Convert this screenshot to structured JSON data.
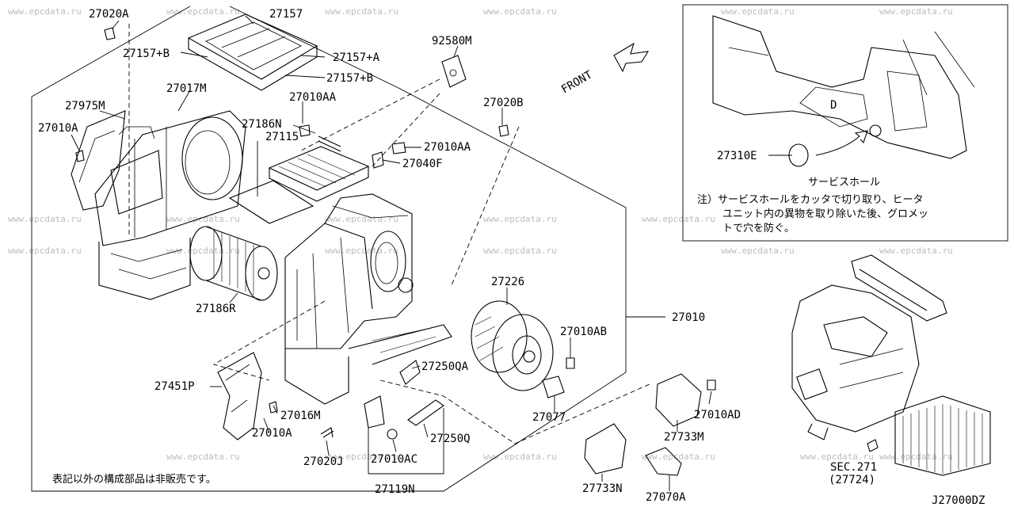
{
  "watermark": "www.epcdata.ru",
  "diagram_code": "J27000DZ",
  "front_label": "FRONT",
  "parts": {
    "p27020A": "27020A",
    "p27157": "27157",
    "p27157B_left": "27157+B",
    "p27157A": "27157+A",
    "p27157B_right": "27157+B",
    "p92580M": "92580M",
    "p27017M": "27017M",
    "p27010AA_top": "27010AA",
    "p27020B": "27020B",
    "p27975M": "27975M",
    "p27186N": "27186N",
    "p27010A_left": "27010A",
    "p27115": "27115",
    "p27010AA_mid": "27010AA",
    "p27040F": "27040F",
    "p27226": "27226",
    "p27186R": "27186R",
    "p27010": "27010",
    "p27010AB": "27010AB",
    "p27250QA": "27250QA",
    "p27451P": "27451P",
    "p27077": "27077",
    "p27016M": "27016M",
    "p27010AD": "27010AD",
    "p27010A_bottom": "27010A",
    "p27250Q": "27250Q",
    "p27733M": "27733M",
    "p27020J": "27020J",
    "p27010AC": "27010AC",
    "p27119N": "27119N",
    "p27733N": "27733N",
    "p27070A": "27070A",
    "p27310E": "27310E",
    "sec271": "SEC.271",
    "sec271_ref": "(27724)"
  },
  "notes": {
    "not_sold": "表記以外の構成部品は非販売です。",
    "service_hole": "サービスホール",
    "inset_note_line1": "注）サービスホールをカッタで切り取り、ヒータ",
    "inset_note_line2": "ユニット内の異物を取り除いた後、グロメッ",
    "inset_note_line3": "トで穴を防ぐ。",
    "inset_mark": "D"
  }
}
